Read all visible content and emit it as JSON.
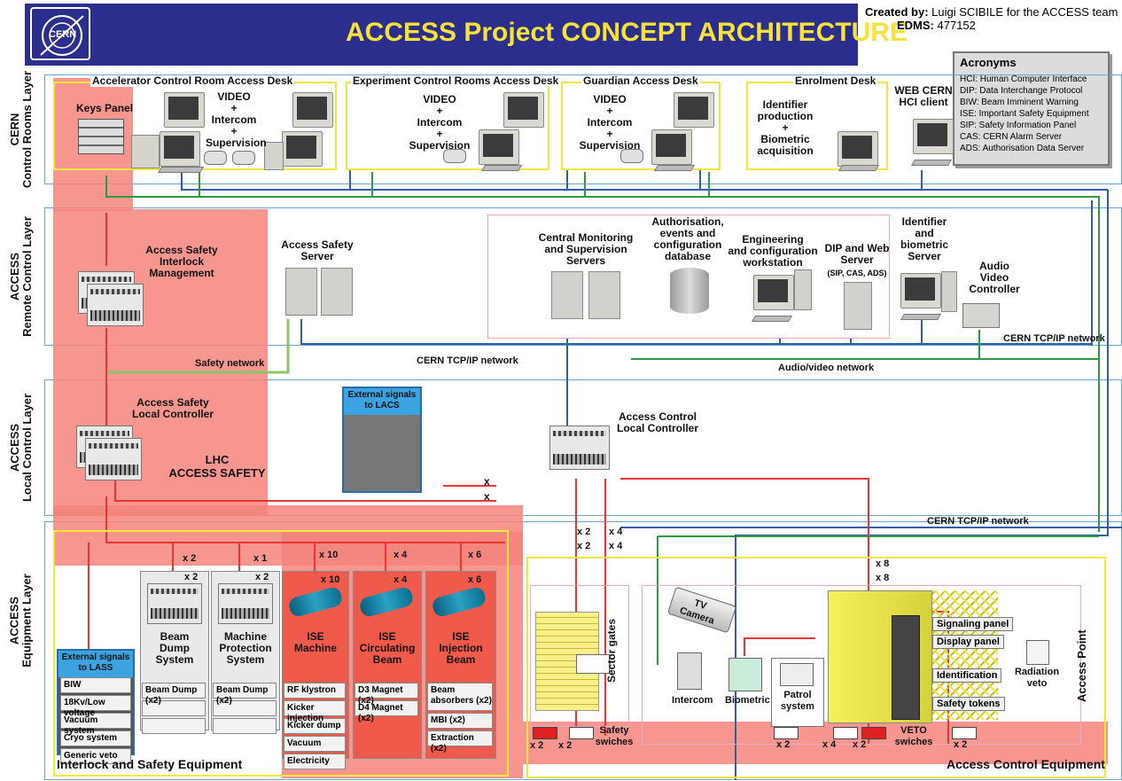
{
  "header": {
    "logo_text": "CERN",
    "title": "ACCESS Project CONCEPT ARCHITECTURE",
    "created_by_label": "Created by:",
    "created_by_value": "Luigi SCIBILE for the ACCESS team",
    "edms_label": "EDMS:",
    "edms_value": "477152"
  },
  "acronyms": {
    "title": "Acronyms",
    "items": [
      "HCI: Human Computer Interface",
      "DIP: Data Interchange Protocol",
      "BIW: Beam Imminent Warning",
      "ISE: Important Safety Equipment",
      "SIP: Safety Information Panel",
      "CAS: CERN Alarm Server",
      "ADS: Authorisation Data Server"
    ]
  },
  "layers": {
    "control_rooms": "CERN\nControl Rooms Layer",
    "remote_control": "ACCESS\nRemote Control Layer",
    "local_control": "ACCESS\nLocal Control Layer",
    "equipment": "ACCESS\nEquipment Layer"
  },
  "control_rooms": {
    "accelerator_desk": "Accelerator Control Room Access Desk",
    "keys_panel": "Keys Panel",
    "experiment_desk": "Experiment Control Rooms Access Desk",
    "guardian_desk": "Guardian Access Desk",
    "enrolment_desk": "Enrolment Desk",
    "vis_line1": "VIDEO",
    "vis_plus": "+",
    "vis_line2": "Intercom",
    "vis_line3": "Supervision",
    "enrol_line1": "Identifier",
    "enrol_line2": "production",
    "enrol_line3": "Biometric",
    "enrol_line4": "acquisition",
    "web_client": "WEB CERN\nHCI client"
  },
  "remote": {
    "asim": "Access Safety\nInterlock\nManagement",
    "safety_server": "Access Safety\nServer",
    "central_monitoring": "Central Monitoring\nand Supervision\nServers",
    "auth_db": "Authorisation,\nevents and\nconfiguration\ndatabase",
    "engineering": "Engineering\nand configuration\nworkstation",
    "dip_server": "DIP and Web\nServer",
    "dip_sub": "(SIP, CAS, ADS)",
    "identifier_server": "Identifier\nand\nbiometric\nServer",
    "audio_video": "Audio\nVideo\nController",
    "cern_tcp": "CERN TCP/IP network",
    "safety_network": "Safety network",
    "cern_tcp_mid": "CERN TCP/IP network",
    "av_network": "Audio/video network"
  },
  "local": {
    "as_local_controller": "Access Safety\nLocal Controller",
    "lhc_access_safety": "LHC\nACCESS SAFETY",
    "ext_signals_lacs": "External signals\nto LACS",
    "ac_local_controller": "Access Control\nLocal Controller",
    "x1": "x",
    "x2": "x",
    "cern_tcp_low": "CERN TCP/IP network"
  },
  "equipment": {
    "ext_lass_title": "External signals\nto LASS",
    "ext_lass_items": [
      "BIW",
      "18Kv/Low voltage",
      "Vacuum system",
      "Cryo system",
      "Generic veto"
    ],
    "beam_dump": "Beam\nDump\nSystem",
    "beam_dump_items": [
      "Beam Dump (x2)"
    ],
    "machine_protection": "Machine\nProtection\nSystem",
    "machine_protection_items": [
      "Beam Dump (x2)"
    ],
    "ise_machine": "ISE\nMachine",
    "ise_machine_items": [
      "RF klystron",
      "Kicker injection",
      "Kicker dump",
      "Vacuum",
      "Electricity"
    ],
    "ise_circulating": "ISE\nCirculating\nBeam",
    "ise_circulating_items": [
      "D3 Magnet (x2)",
      "D4 Magnet (x2)"
    ],
    "ise_injection": "ISE\nInjection\nBeam",
    "ise_injection_items": [
      "Beam\nabsorbers (x2)",
      "MBI (x2)",
      "Extraction (x2)"
    ],
    "mult": {
      "bd_top": "x 2",
      "bd_bot": "x 2",
      "mp_top": "x 1",
      "mp_bot": "x 2",
      "ise_m_top": "x 10",
      "ise_m_bot": "x 10",
      "ise_c_top": "x 4",
      "ise_c_bot": "x 4",
      "ise_i_top": "x 6",
      "ise_i_bot": "x 6",
      "sg_a_top": "x 2",
      "sg_a_bot": "x 2",
      "sg_b_top": "x 4",
      "sg_b_bot": "x 4",
      "ap_top": "x 8",
      "ap_bot": "x 8"
    },
    "interlock_title": "Interlock and Safety Equipment",
    "sector_gates": "Sector gates",
    "safety_switches": "Safety\nswiches",
    "sw_mult1": "x 2",
    "sw_mult2": "x 2",
    "tv_camera": "TV\nCamera",
    "intercom": "Intercom",
    "biometric": "Biometric",
    "patrol": "Patrol\nsystem",
    "signaling_panel": "Signaling panel",
    "display_panel": "Display panel",
    "identification": "Identification",
    "safety_tokens": "Safety tokens",
    "radiation_veto": "Radiation\nveto",
    "access_point": "Access Point",
    "veto_switches": "VETO\nswiches",
    "veto_mult1": "x 2",
    "veto_mult2": "x 4",
    "veto_mult3": "x 2",
    "veto_mult4": "x 2",
    "access_control_title": "Access Control Equipment"
  },
  "colors": {
    "header_blue": "#2b2e8c",
    "title_yellow": "#f5e23a",
    "safety_red": "#f4847a",
    "safety_dark": "#e04535",
    "network_blue": "#2e5faa",
    "network_green": "#2e9a44",
    "box_yellow": "#f0e83a"
  }
}
